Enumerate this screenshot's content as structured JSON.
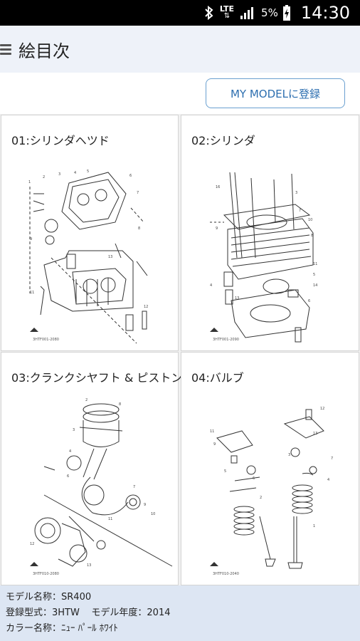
{
  "status_bar": {
    "network": "LTE",
    "battery": "5%",
    "time": "14:30",
    "icons": [
      "bluetooth-icon",
      "lte-arrows-icon",
      "signal-icon",
      "battery-charging-icon"
    ]
  },
  "app_bar": {
    "title": "絵目次",
    "menu_icon": "hamburger-menu-icon"
  },
  "toolbar": {
    "my_model_label": "MY MODELに登録"
  },
  "cards": [
    {
      "title": "01:シリンダヘツド",
      "diagram_code": "3HTF001-2080"
    },
    {
      "title": "02:シリンダ",
      "diagram_code": "3HTF001-2090"
    },
    {
      "title": "03:クランクシヤフト & ピストン",
      "diagram_code": "3HTF010-2080"
    },
    {
      "title": "04:バルブ",
      "diagram_code": "3HTF010-2040"
    }
  ],
  "footer": {
    "model_name_label": "モデル名称：",
    "model_name": "SR400",
    "reg_type_label": "登録型式：",
    "reg_type": "3HTW",
    "model_year_label": "モデル年度：",
    "model_year": "2014",
    "color_label": "カラー名称：",
    "color": "ﾆｭｰ ﾊﾟｰﾙ ﾎﾜｲﾄ"
  },
  "colors": {
    "app_bar_bg": "#eef2f9",
    "button_border": "#6aa0d0",
    "button_text": "#2d6fb0",
    "footer_bg": "#dde6f3"
  }
}
